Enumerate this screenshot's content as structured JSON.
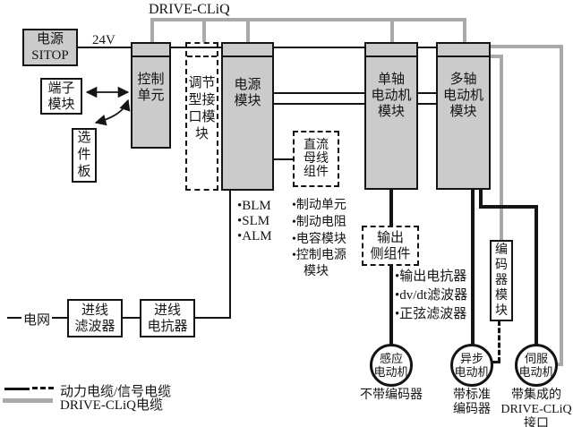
{
  "colors": {
    "module_fill": "#cbcbcb",
    "cable_gray": "#a9a9a9",
    "line_black": "#141414"
  },
  "labels": {
    "bus": "DRIVE-CLiQ",
    "supply": "24V",
    "grid": "电网"
  },
  "modules": {
    "sitop": "电源\nSITOP",
    "terminal": "端子\n模块",
    "option_board": "选\n件\n板",
    "control_unit": "控制\n单元",
    "interface": "调节\n型接\n口模\n块",
    "power": "电源\n模块",
    "single_axis": "单轴\n电动机\n模块",
    "multi_axis": "多轴\n电动机\n模块",
    "dc_bus": "直流\n母线\n组件",
    "output_side": "输出\n侧组件",
    "encoder": "编\n码\n器\n模\n块",
    "line_filter": "进线\n滤波器",
    "line_reactor": "进线\n电抗器"
  },
  "lists": {
    "power_module_types": [
      "BLM",
      "SLM",
      "ALM"
    ],
    "dc_bus_components": [
      "制动单元",
      "制动电阻",
      "电容模块",
      "控制电源\n模块"
    ],
    "output_components": [
      "输出电抗器",
      "dv/dt滤波器",
      "正弦滤波器"
    ]
  },
  "motors": [
    {
      "name": "感应\n电动机",
      "caption": "不带编码器"
    },
    {
      "name": "异步\n电动机",
      "caption": "带标准\n编码器"
    },
    {
      "name": "伺服\n电动机",
      "caption": "带集成的\nDRIVE-CLiQ\n接口"
    }
  ],
  "legend": {
    "power_cable": "动力电缆/信号电缆",
    "dcliq_cable": "DRIVE-CLiQ电缆"
  }
}
